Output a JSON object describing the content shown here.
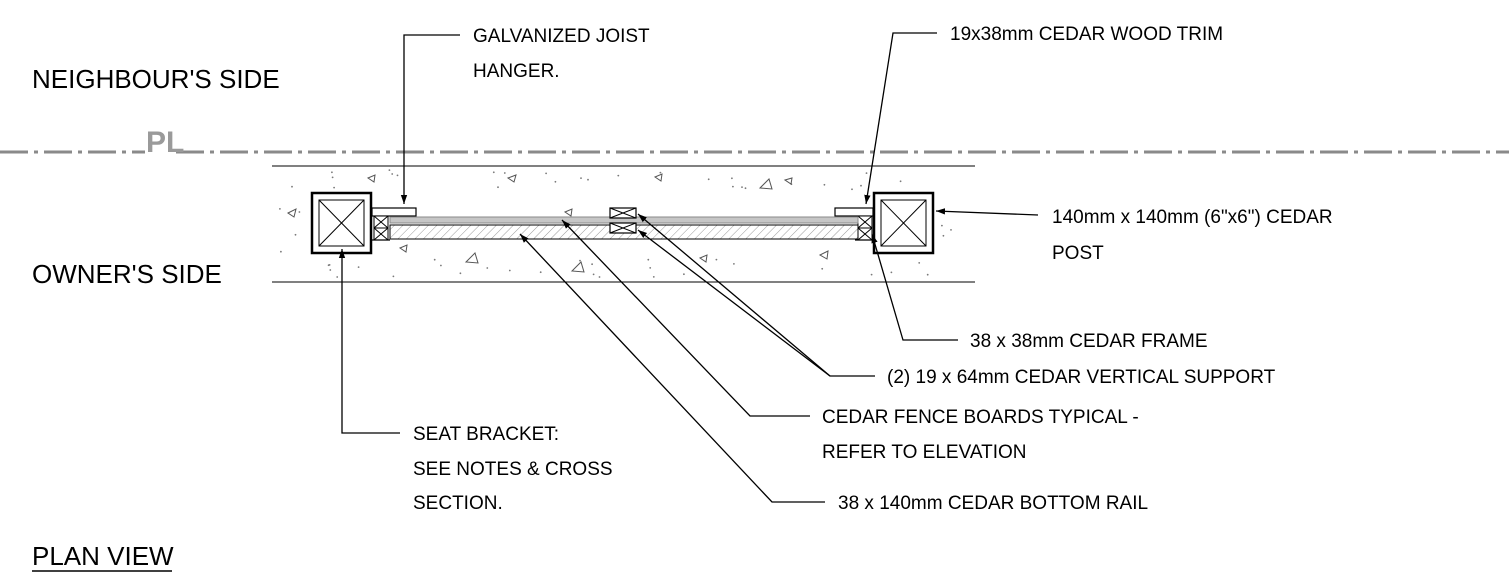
{
  "labels": {
    "neighbour_side": "NEIGHBOUR'S SIDE",
    "owner_side": "OWNER'S SIDE",
    "property_line": "PL",
    "view_title": "PLAN VIEW"
  },
  "callouts": {
    "joist_hanger": [
      "GALVANIZED JOIST",
      "HANGER."
    ],
    "wood_trim": "19x38mm CEDAR WOOD TRIM",
    "post": [
      "140mm x 140mm  (6\"x6\") CEDAR",
      "POST"
    ],
    "frame": "38 x 38mm CEDAR FRAME",
    "vertical_support": "(2) 19 x 64mm CEDAR VERTICAL SUPPORT",
    "fence_boards": [
      "CEDAR FENCE BOARDS TYPICAL -",
      "REFER TO ELEVATION"
    ],
    "seat_bracket": [
      "SEAT BRACKET:",
      "SEE NOTES & CROSS",
      "SECTION."
    ],
    "bottom_rail": "38 x 140mm CEDAR BOTTOM  RAIL"
  }
}
